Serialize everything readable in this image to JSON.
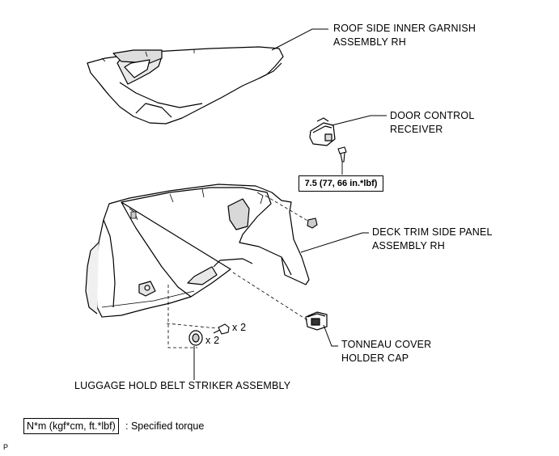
{
  "labels": {
    "roof_garnish": [
      "ROOF SIDE INNER GARNISH",
      "ASSEMBLY RH"
    ],
    "door_receiver": [
      "DOOR CONTROL",
      "RECEIVER"
    ],
    "deck_trim": [
      "DECK TRIM SIDE PANEL",
      "ASSEMBLY RH"
    ],
    "tonneau_cap": [
      "TONNEAU COVER",
      "HOLDER CAP"
    ],
    "striker": "LUGGAGE HOLD BELT STRIKER ASSEMBLY",
    "qty_clip": "x 2",
    "qty_striker": "x 2"
  },
  "torque_value": "7.5 (77, 66 in.*lbf)",
  "legend": {
    "units": "N*m (kgf*cm, ft.*lbf)",
    "text": ": Specified torque"
  },
  "corner_mark": "P"
}
